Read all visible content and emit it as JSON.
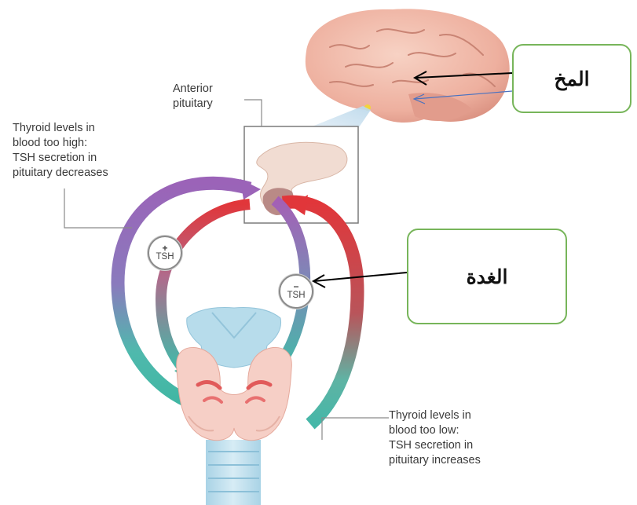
{
  "labels": {
    "anterior_pituitary": "Anterior\npituitary",
    "levels_high": "Thyroid levels in\nblood too high:\nTSH secretion in\npituitary decreases",
    "levels_low": "Thyroid levels in\nblood too low:\nTSH secretion in\npituitary increases"
  },
  "badges": {
    "plus": {
      "sign": "+",
      "text": "TSH"
    },
    "minus": {
      "sign": "−",
      "text": "TSH"
    }
  },
  "callouts": {
    "brain": "المخ",
    "gland": "الغدة"
  },
  "colors": {
    "purple_arc": "#9b63b8",
    "red_arc": "#e1363a",
    "teal_arc": "#45b7a8",
    "callout_border": "#77b55a",
    "brain": "#f0b7a8",
    "thyroid": "#f6cfc6"
  }
}
